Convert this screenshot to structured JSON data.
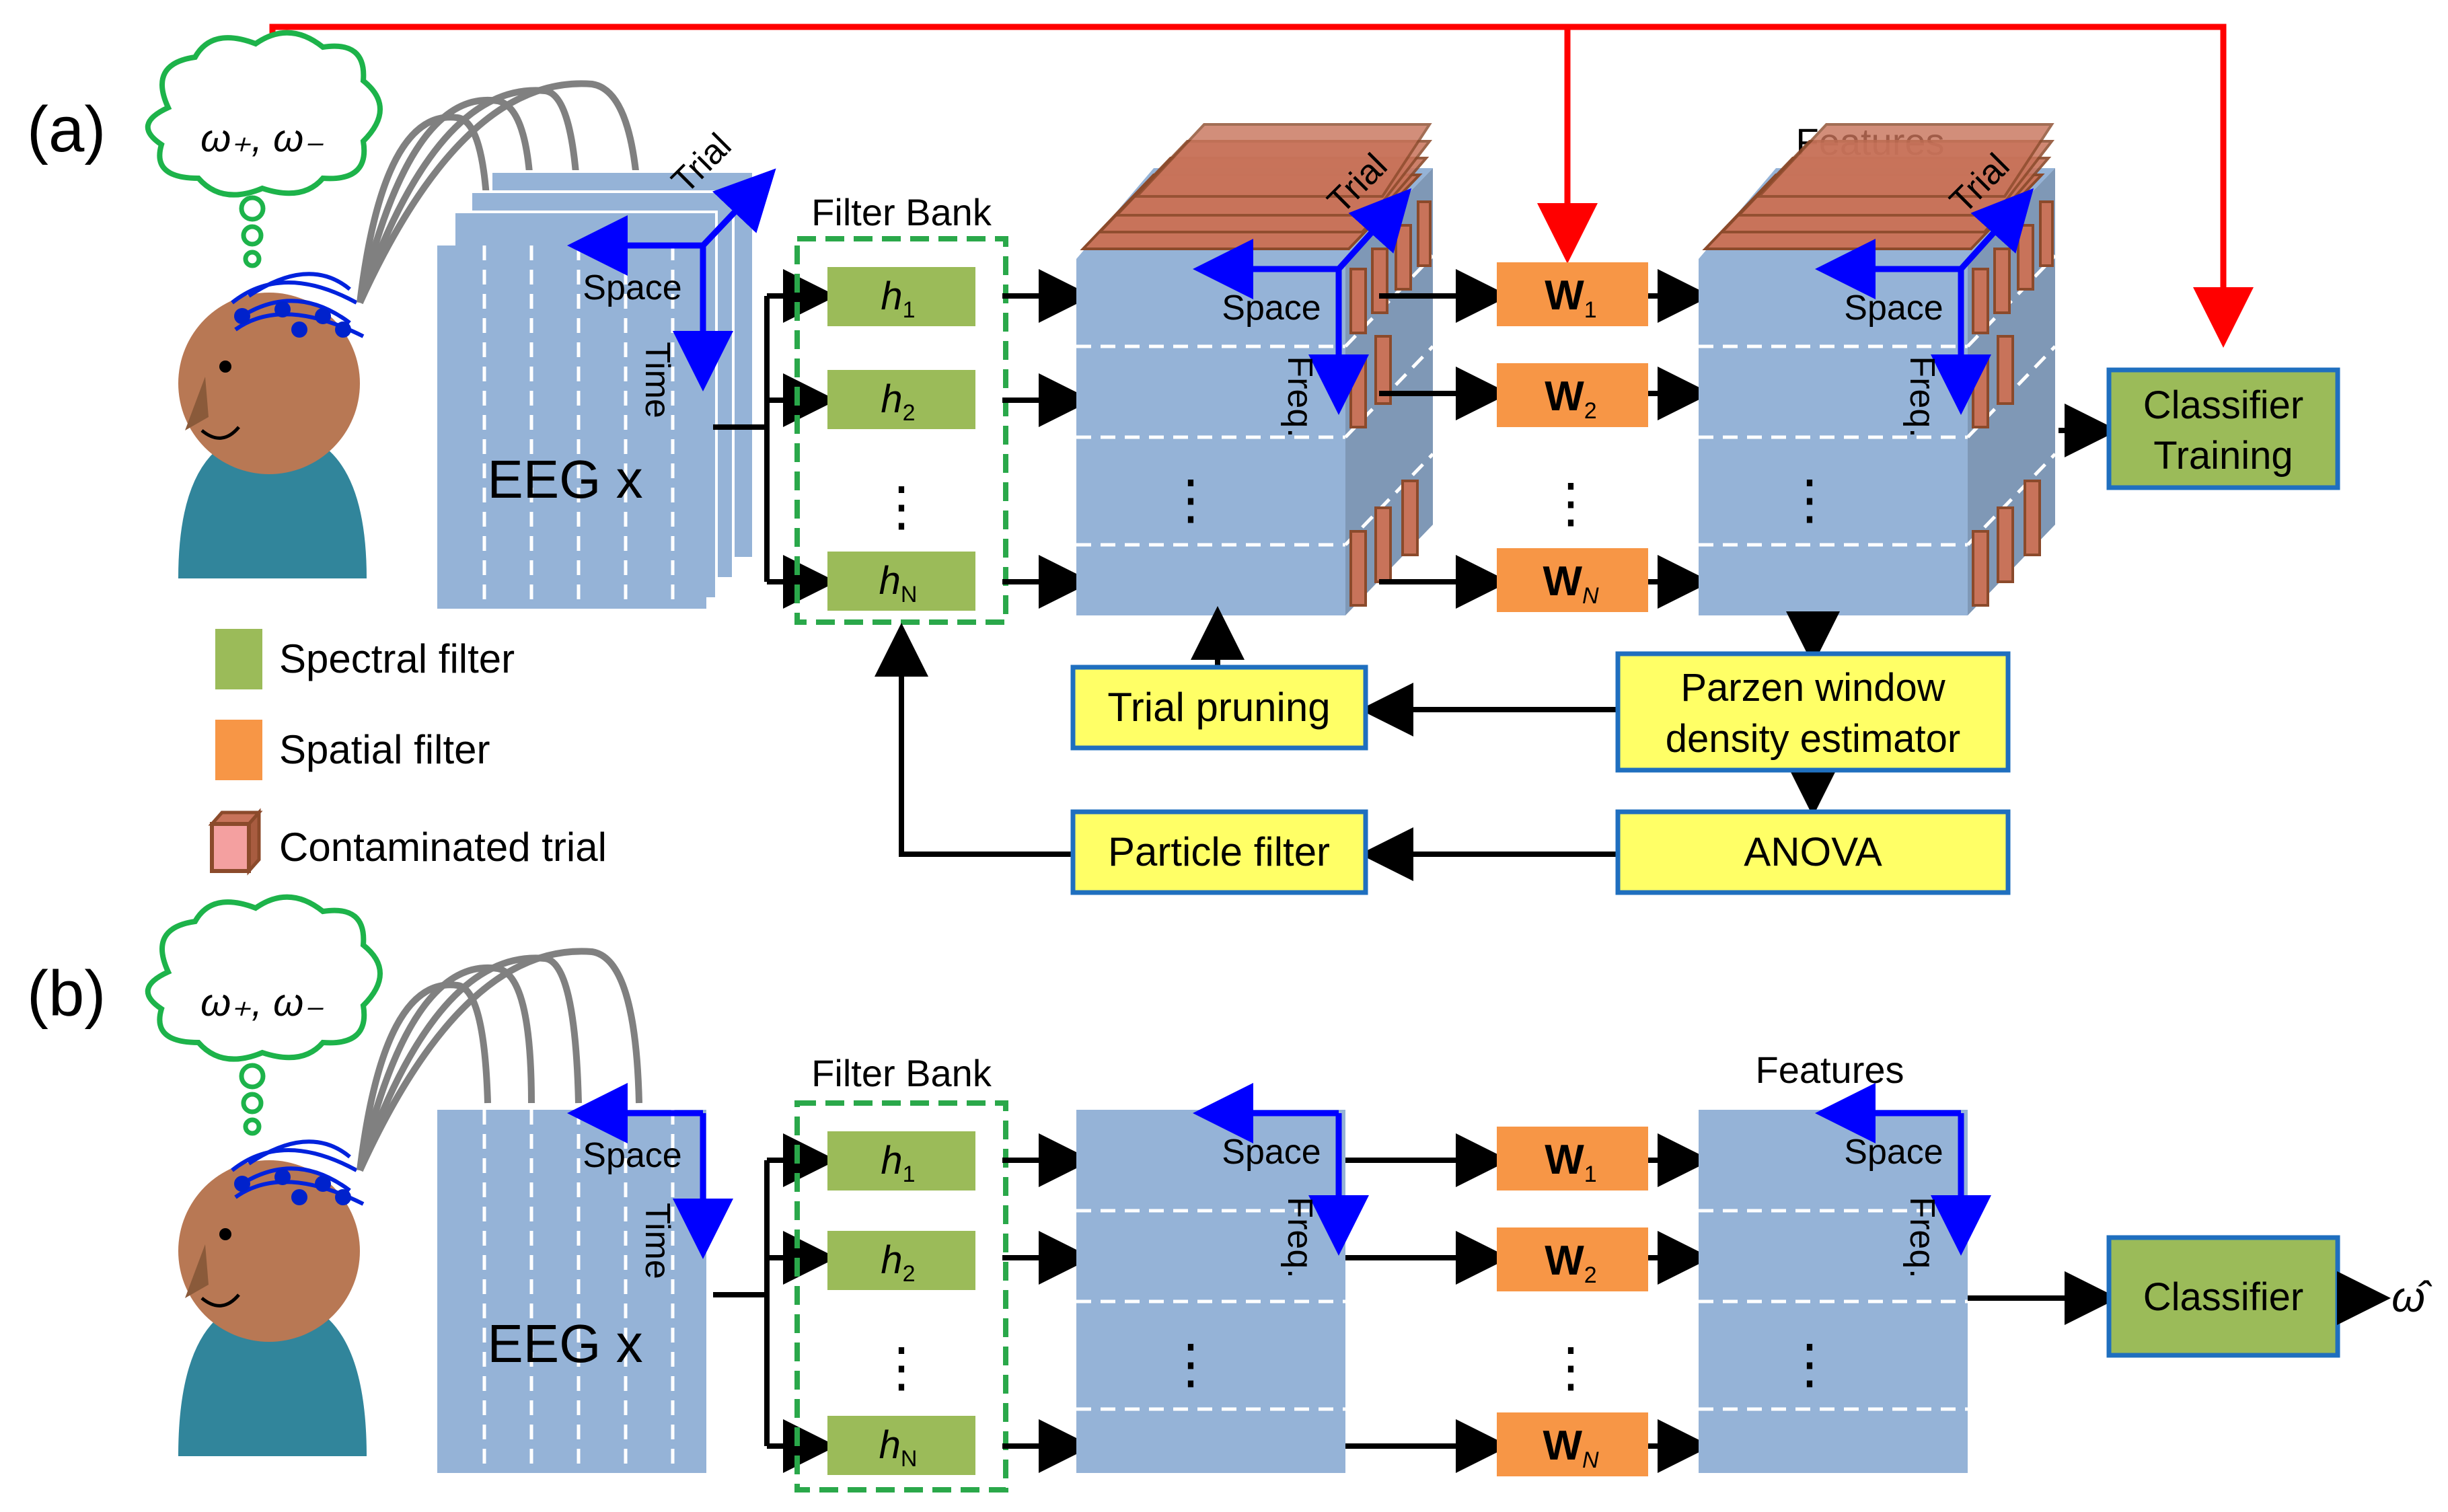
{
  "panel_a": {
    "label": "(a)",
    "thought": "ω₊, ω₋",
    "eeg": {
      "title": "EEG x",
      "axis_trial": "Trial",
      "axis_space": "Space",
      "axis_time": "Time"
    },
    "filter_bank": {
      "title": "Filter Bank",
      "h1": "h",
      "h1_sub": "1",
      "h2": "h",
      "h2_sub": "2",
      "hn": "h",
      "hn_sub": "N",
      "dots": "⋮"
    },
    "cube1": {
      "axis_trial": "Trial",
      "axis_space": "Space",
      "axis_freq": "Freq.",
      "dots": "⋮"
    },
    "spatial": {
      "w1": "W",
      "w1_sub": "1",
      "w2": "W",
      "w2_sub": "2",
      "wn": "W",
      "wn_sub": "N",
      "dots": "⋮"
    },
    "features": {
      "title": "Features",
      "axis_trial": "Trial",
      "axis_space": "Space",
      "axis_freq": "Freq.",
      "dots": "⋮"
    },
    "classifier_training": {
      "line1": "Classifier",
      "line2": "Training"
    },
    "trial_pruning": "Trial pruning",
    "parzen": {
      "line1": "Parzen window",
      "line2": "density estimator"
    },
    "particle_filter": "Particle filter",
    "anova": "ANOVA"
  },
  "legend": {
    "spectral": "Spectral filter",
    "spatial": "Spatial filter",
    "contaminated": "Contaminated trial"
  },
  "panel_b": {
    "label": "(b)",
    "thought": "ω₊, ω₋",
    "eeg": {
      "title": "EEG x",
      "axis_space": "Space",
      "axis_time": "Time"
    },
    "filter_bank": {
      "title": "Filter Bank",
      "h1": "h",
      "h1_sub": "1",
      "h2": "h",
      "h2_sub": "2",
      "hn": "h",
      "hn_sub": "N",
      "dots": "⋮"
    },
    "cube1": {
      "axis_space": "Space",
      "axis_freq": "Freq.",
      "dots": "⋮"
    },
    "spatial": {
      "w1": "W",
      "w1_sub": "1",
      "w2": "W",
      "w2_sub": "2",
      "wn": "W",
      "wn_sub": "N",
      "dots": "⋮"
    },
    "features": {
      "title": "Features",
      "axis_space": "Space",
      "axis_freq": "Freq.",
      "dots": "⋮"
    },
    "classifier": "Classifier",
    "output": "ω̂"
  },
  "colors": {
    "blue_fill": "#95b3d7",
    "blue_side": "#7f98b6",
    "green_fill": "#9bbb59",
    "orange_fill": "#f79646",
    "yellow_fill": "#ffff66",
    "box_border": "#1f6fbf",
    "contaminated_fill": "#f4a0a0",
    "contaminated_border": "#8b4a2b",
    "axis_blue": "#0000ff",
    "feedback_red": "#ff0000",
    "bank_border": "#2aa84a",
    "cloud": "#1db34a",
    "head": "#b87854",
    "body": "#31859b"
  }
}
